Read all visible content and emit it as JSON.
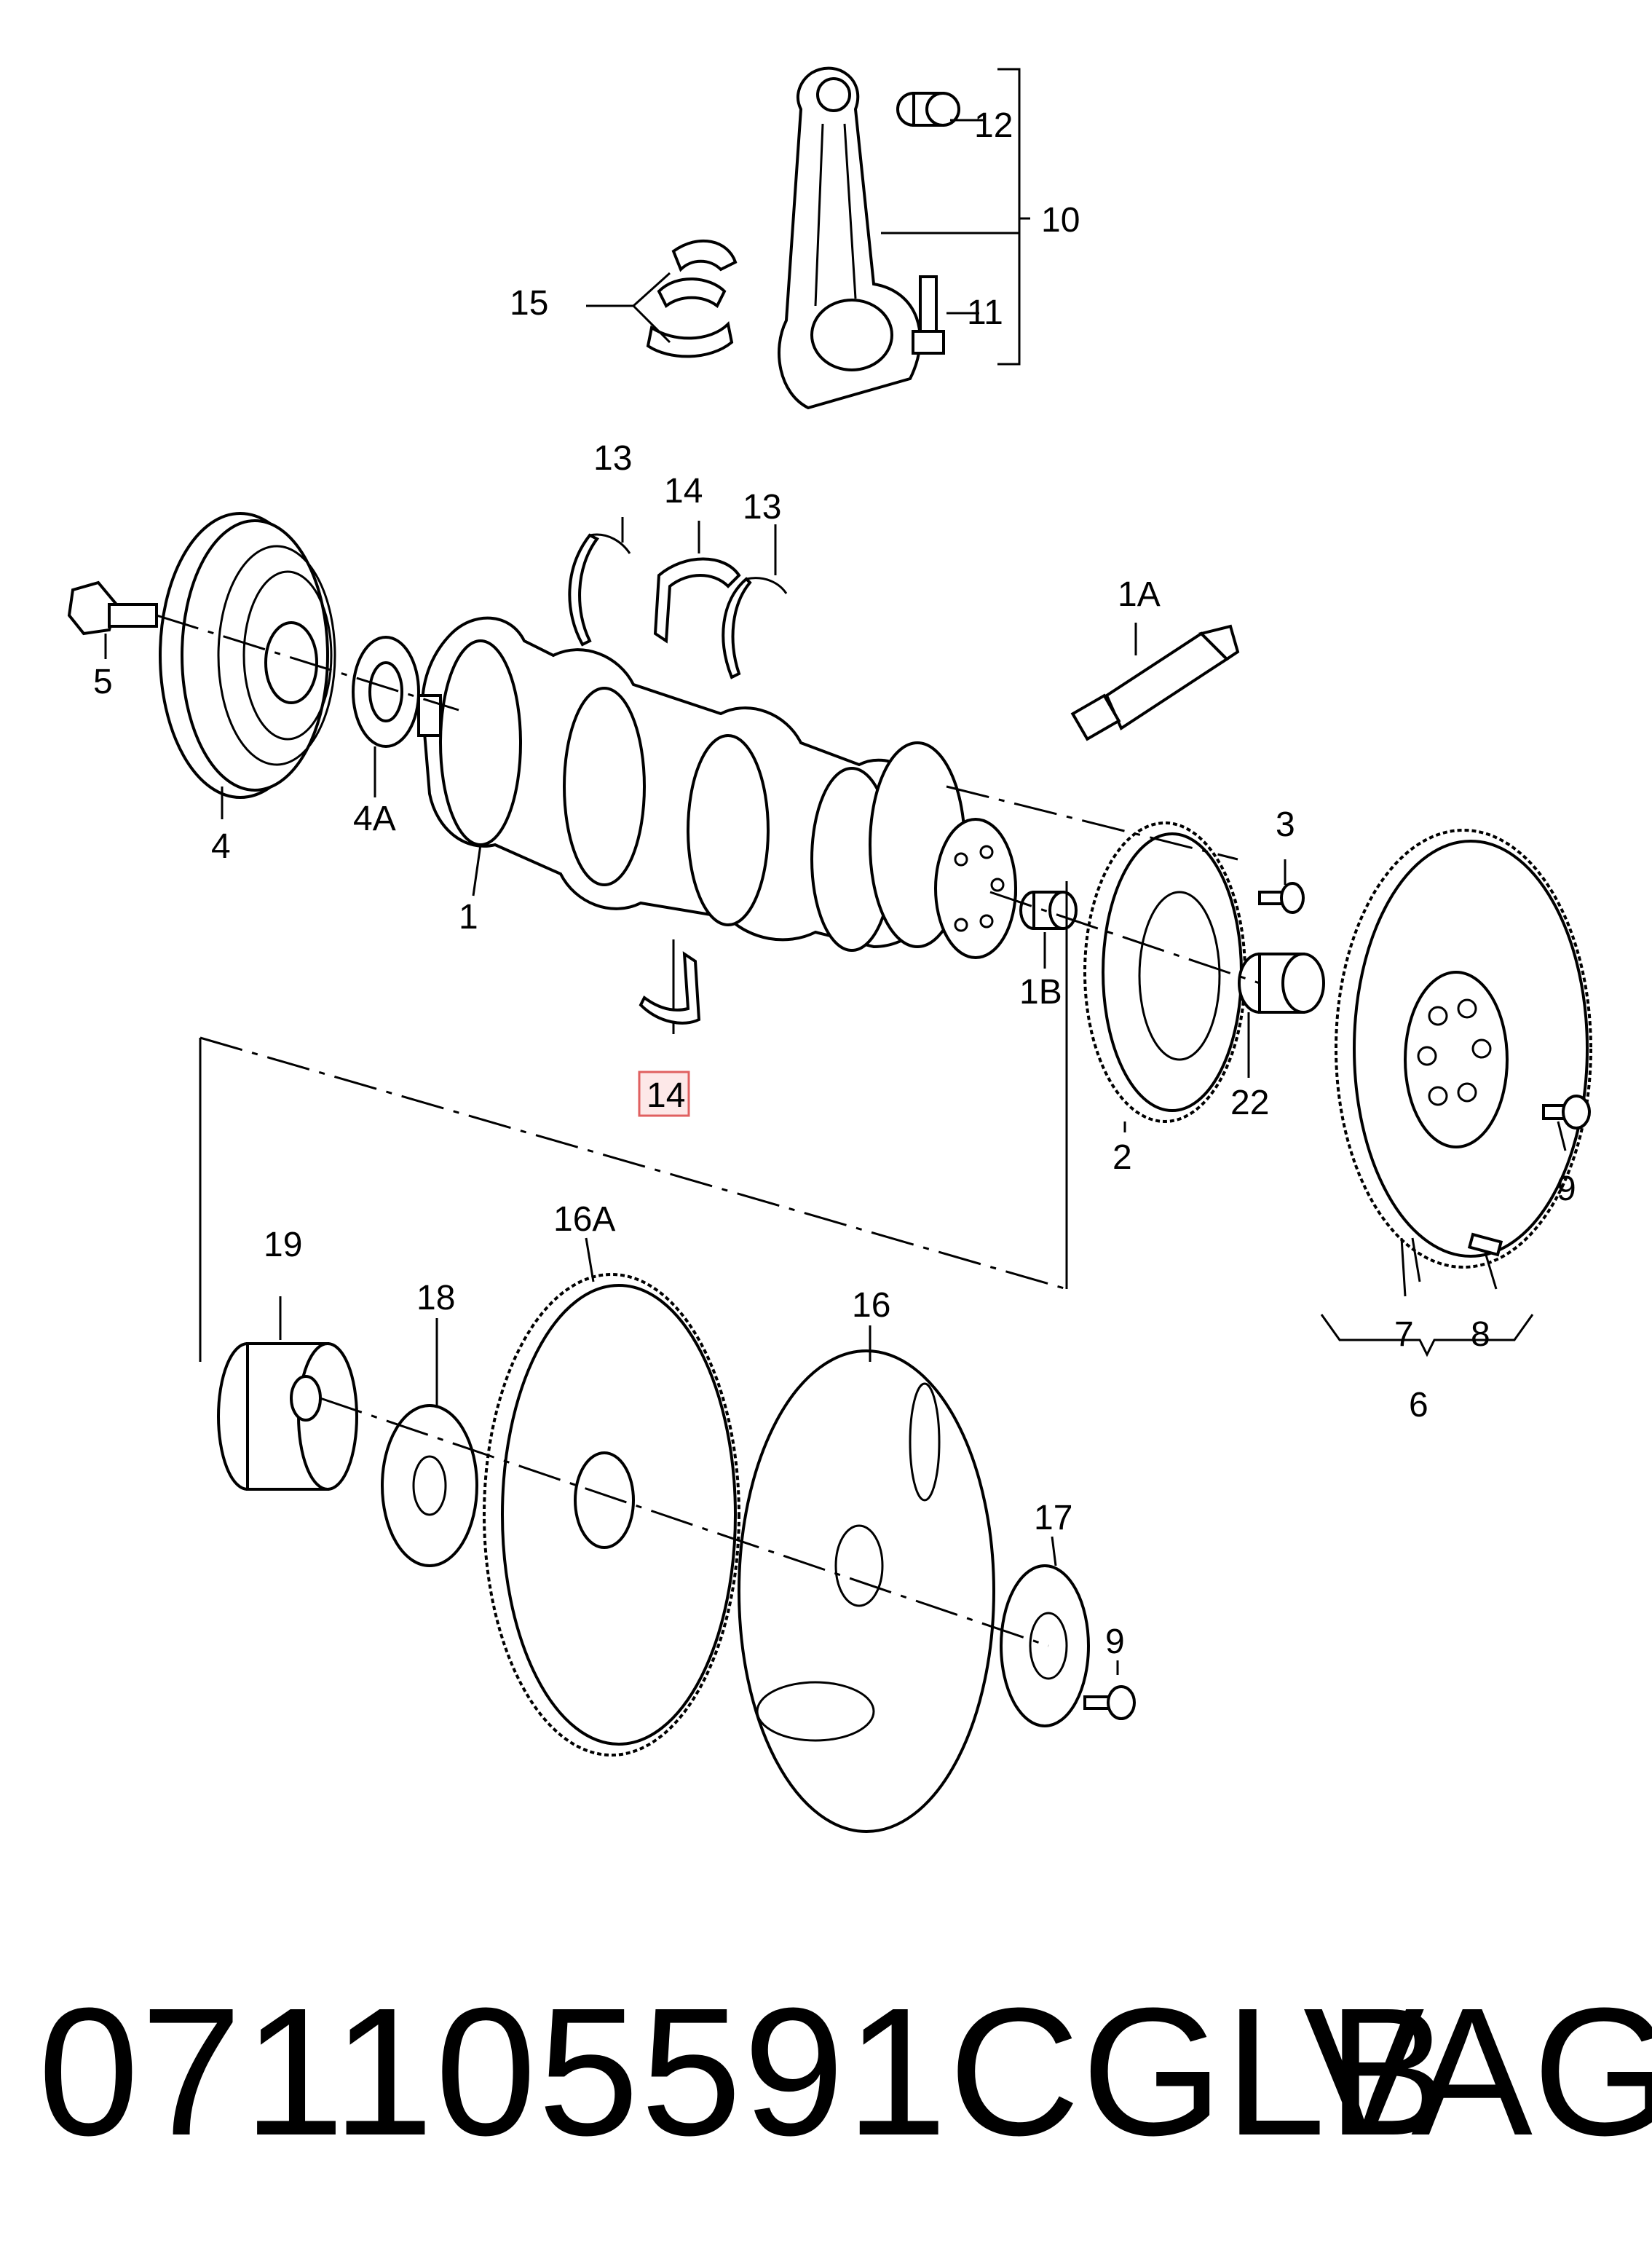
{
  "diagram": {
    "callouts": {
      "c1": "1",
      "c1a": "1A",
      "c1b": "1B",
      "c2": "2",
      "c3": "3",
      "c4": "4",
      "c4a": "4A",
      "c5": "5",
      "c6": "6",
      "c7": "7",
      "c8": "8",
      "c9a": "9",
      "c9b": "9",
      "c10": "10",
      "c11": "11",
      "c12": "12",
      "c13a": "13",
      "c13b": "13",
      "c14a": "14",
      "c14b": "14",
      "c15": "15",
      "c16": "16",
      "c16a": "16A",
      "c17": "17",
      "c18": "18",
      "c19": "19",
      "c22": "22"
    },
    "highlight_color": "#e06060"
  },
  "footer": {
    "part_number": "071105591CGLB",
    "brand": "VAG"
  }
}
